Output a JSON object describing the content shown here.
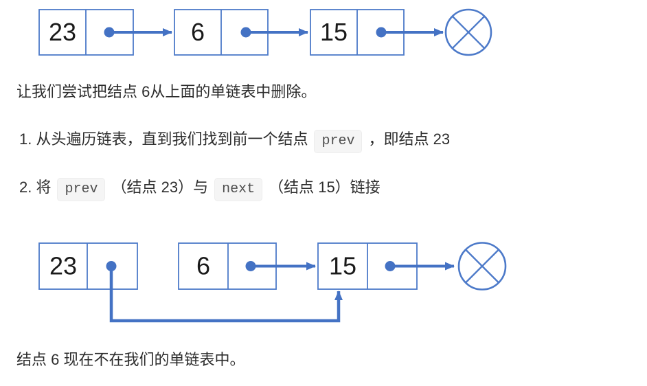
{
  "colors": {
    "arrow_blue": "#4472C4",
    "box_border_blue": "#4d7ac9",
    "text": "#2d2d2d",
    "code_bg": "#f5f5f5",
    "code_text": "#4f4f4f"
  },
  "intro": {
    "text": "让我们尝试把结点 6从上面的单链表中删除。"
  },
  "steps": [
    {
      "parts": [
        "1. 从头遍历链表，直到我们找到前一个结点",
        "prev",
        "，即结点 23"
      ]
    },
    {
      "parts": [
        "2. 将",
        "prev",
        "（结点 23）与",
        "next",
        "（结点 15）链接"
      ]
    }
  ],
  "outro": {
    "text": "结点 6 现在不在我们的单链表中。"
  },
  "diagram_before": {
    "nodes": [
      "23",
      "6",
      "15"
    ],
    "links": "23 -> 6 -> 15 -> null",
    "terminator": "null-cross-circle"
  },
  "diagram_after": {
    "nodes": [
      "23",
      "6",
      "15"
    ],
    "links": "23 -> 15 (bypass below), 6 -> 15, 15 -> null",
    "terminator": "null-cross-circle"
  }
}
